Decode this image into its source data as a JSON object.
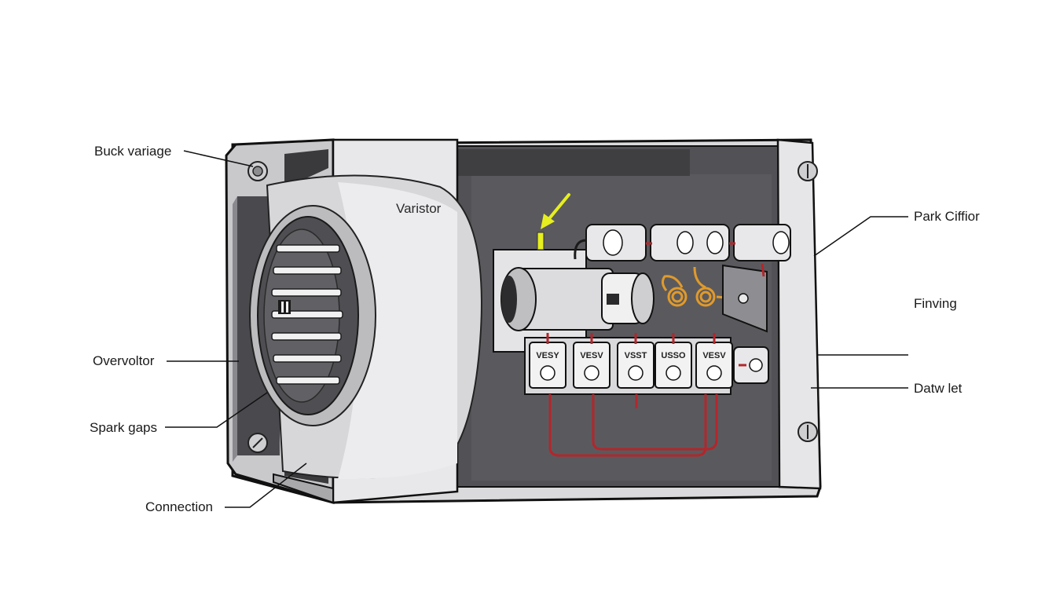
{
  "colors": {
    "housing": "#e4e4e6",
    "housing_dark": "#4d4d50",
    "outline": "#111111",
    "wire_red": "#b3262b",
    "wire_orange": "#e09a2c",
    "arrow_yellow": "#e6ef1f"
  },
  "labels": {
    "buck_variage": "Buck variage",
    "varistor": "Varistor",
    "park_cifflor": "Park Ciffior",
    "finving": "Finving",
    "overvoltor": "Overvoltor",
    "spark_gaps": "Spark gaps",
    "datw_let": "Datw let",
    "connection": "Connection"
  },
  "terminals": [
    "VESY",
    "VESV",
    "VSST",
    "USSO",
    "VESV"
  ],
  "icons": {
    "arrow": "yellow-arrow-icon",
    "screws": "screw-icon",
    "capacitors": "capacitor-icon"
  }
}
